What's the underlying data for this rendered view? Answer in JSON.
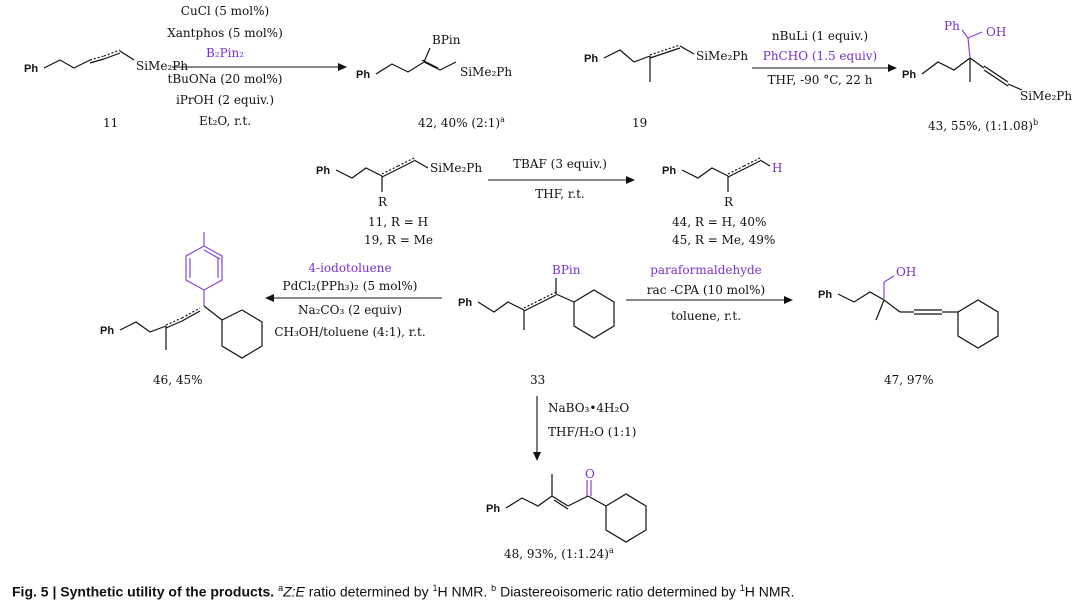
{
  "figure": {
    "caption_label": "Fig. 5 |",
    "caption_title": "Synthetic utility of the products.",
    "caption_note_a_sup": "a",
    "caption_note_a_ratio": "Z:E",
    "caption_note_a_text": " ratio determined by ",
    "caption_nmr_sup": "1",
    "caption_nmr_text": "H NMR.",
    "caption_note_b_sup": "b",
    "caption_note_b_text": " Diastereoisomeric ratio determined by "
  },
  "atoms": {
    "ph": "Ph",
    "bpin": "BPin",
    "oh": "OH",
    "o": "O",
    "h": "H",
    "r": "R",
    "sime2ph": "SiMe₂Ph"
  },
  "reaction1": {
    "reagents": [
      "CuCl  (5 mol%)",
      "Xantphos  (5 mol%)",
      "B₂Pin₂",
      "tBuONa  (20 mol%)",
      "iPrOH  (2 equiv.)",
      "Et₂O, r.t."
    ],
    "substrate_label": "11",
    "product_label": "42,  40%  (2:1)",
    "product_sup": "a"
  },
  "reaction2": {
    "reagents": [
      "nBuLi (1 equiv.)",
      "PhCHO  (1.5 equiv)",
      "THF, -90 °C, 22 h"
    ],
    "substrate_label": "19",
    "product_label": "43,  55%,  (1:1.08)",
    "product_sup": "b"
  },
  "reaction3": {
    "reagents": [
      "TBAF (3 equiv.)",
      "THF,  r.t."
    ],
    "substrate_labels": [
      "11,  R = H",
      "19,  R = Me"
    ],
    "product_labels": [
      "44,  R = H, 40%",
      "45,  R = Me, 49%"
    ]
  },
  "reaction4": {
    "reagents": [
      "4-iodotoluene",
      "PdCl₂(PPh₃)₂ (5 mol%)",
      "Na₂CO₃ (2 equiv)",
      "CH₃OH/toluene  (4:1),  r.t."
    ],
    "product_label": "46,  45%"
  },
  "reaction5": {
    "reagents": [
      "paraformaldehyde",
      "rac -CPA  (10 mol%)",
      "toluene,   r.t."
    ],
    "product_label": "47,  97%"
  },
  "reaction6": {
    "reagents": [
      "NaBO₃•4H₂O",
      "THF/H₂O (1:1)"
    ],
    "product_label": "48,  93%,  (1:1.24)",
    "product_sup": "a"
  },
  "center": {
    "substrate_label": "33"
  }
}
